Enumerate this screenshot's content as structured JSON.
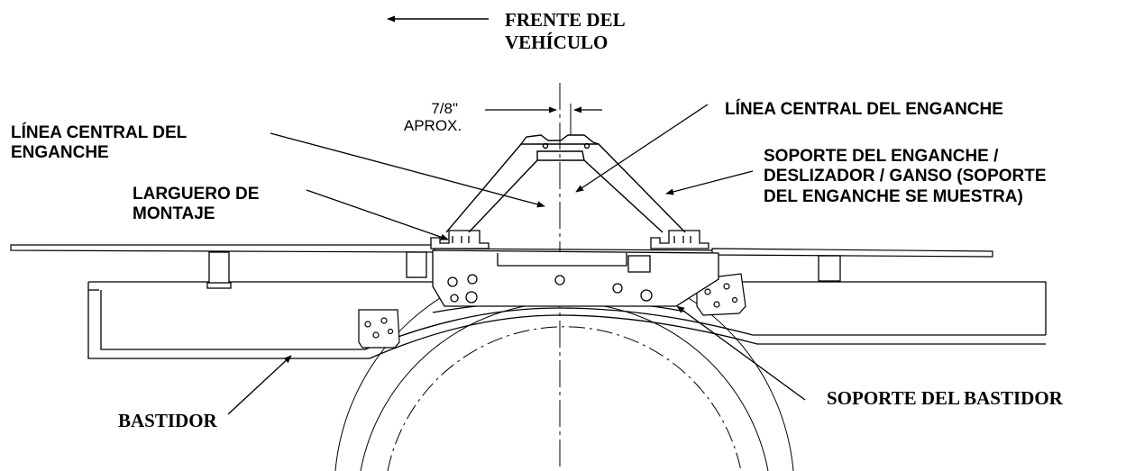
{
  "labels": {
    "vehicle_front": [
      "FRENTE DEL",
      "VEHÍCULO"
    ],
    "dimension": [
      "7/8\"",
      "APROX."
    ],
    "hitch_centerline_left": [
      "LÍNEA CENTRAL DEL",
      "ENGANCHE"
    ],
    "mounting_rail": [
      "LARGUERO DE",
      "MONTAJE"
    ],
    "hitch_centerline_right": [
      "LÍNEA CENTRAL DEL ENGANCHE"
    ],
    "hitch_support": [
      "SOPORTE DEL ENGANCHE /",
      "DESLIZADOR / GANSO (SOPORTE",
      "DEL ENGANCHE SE MUESTRA)"
    ],
    "frame_bracket": [
      "SOPORTE DEL BASTIDOR"
    ],
    "frame": [
      "BASTIDOR"
    ]
  },
  "colors": {
    "line": "#000000",
    "background": "#ffffff"
  }
}
